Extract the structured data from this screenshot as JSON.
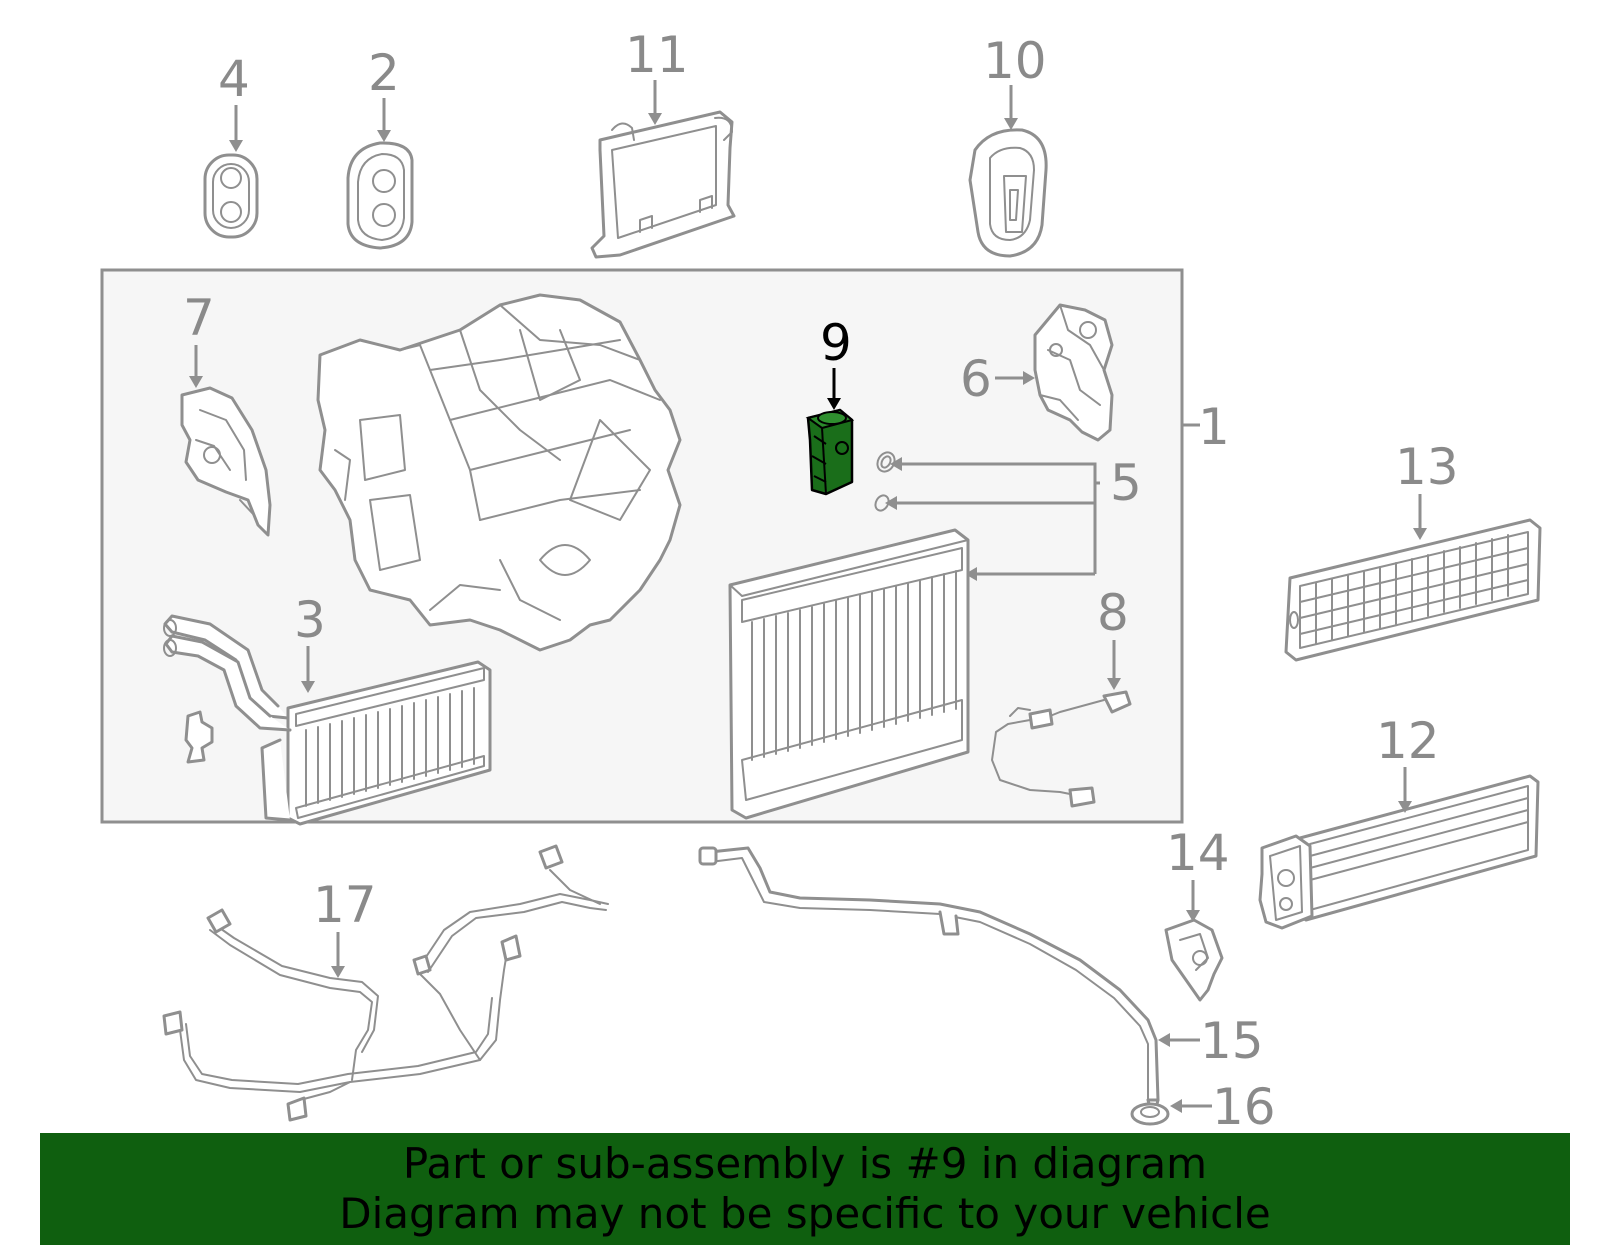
{
  "callouts": {
    "c1": "1",
    "c2": "2",
    "c3": "3",
    "c4": "4",
    "c5": "5",
    "c6": "6",
    "c7": "7",
    "c8": "8",
    "c9": "9",
    "c10": "10",
    "c11": "11",
    "c12": "12",
    "c13": "13",
    "c14": "14",
    "c15": "15",
    "c16": "16",
    "c17": "17"
  },
  "highlight": {
    "part_number": "9",
    "color": "#1a6e1a"
  },
  "banner": {
    "line1": "Part or sub-assembly is #9 in diagram",
    "line2": "Diagram may not be specific to your vehicle",
    "background": "#0f5f0f"
  },
  "colors": {
    "line": "#8f8f8f",
    "assembly_box": "#f5f5f5"
  }
}
